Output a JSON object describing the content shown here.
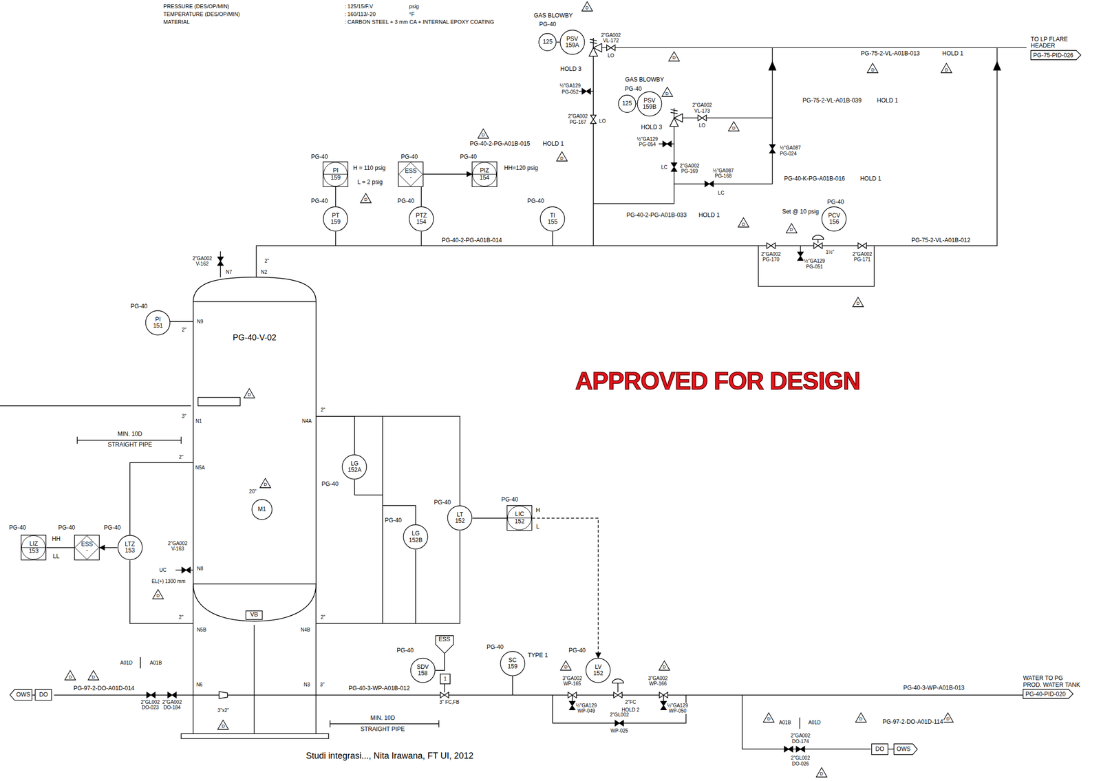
{
  "diagram": {
    "caption": "Studi integrasi..., Nita Irawana, FT UI, 2012",
    "nodes": [
      {
        "text": [
          "125"
        ]
      },
      {
        "text": [
          "PSV",
          "159A"
        ]
      },
      {
        "text": [
          "TO LP FLARE HEADER",
          "PG-75-PID-026"
        ]
      },
      {
        "text": [
          "125"
        ]
      },
      {
        "text": [
          "PSV",
          "159B"
        ]
      },
      {
        "text": [
          "PI",
          "159"
        ]
      },
      {
        "text": [
          "ESS",
          "-"
        ]
      },
      {
        "text": [
          "PIZ",
          "154"
        ]
      },
      {
        "text": [
          "PT",
          "159"
        ]
      },
      {
        "text": [
          "PTZ",
          "154"
        ]
      },
      {
        "text": [
          "TI",
          "155"
        ]
      },
      {
        "text": [
          "PCV",
          "156"
        ]
      },
      {
        "text": [
          "PI",
          "151"
        ]
      },
      {
        "text": [
          "PG-40-V-02"
        ]
      },
      {
        "text": [
          "M1"
        ],
        "in": 13
      },
      {
        "text": [
          "VB"
        ],
        "in": 13
      },
      {
        "text": [
          "LG",
          "152A"
        ]
      },
      {
        "text": [
          "LG",
          "152B"
        ]
      },
      {
        "text": [
          "LT",
          "152"
        ]
      },
      {
        "text": [
          "LIC",
          "152"
        ]
      },
      {
        "text": [
          "LTZ",
          "153"
        ]
      },
      {
        "text": [
          "ESS",
          "-"
        ]
      },
      {
        "text": [
          "LIZ",
          "153"
        ]
      },
      {
        "text": [
          "OWS"
        ]
      },
      {
        "text": [
          "DO"
        ]
      },
      {
        "text": [
          "ESS"
        ]
      },
      {
        "text": [
          "SDV",
          "158"
        ]
      },
      {
        "text": [
          "SC",
          "159"
        ]
      },
      {
        "text": [
          "LV",
          "152"
        ]
      },
      {
        "text": [
          "WATER TO PG PROD. WATER TANK",
          "PG-40-PID-020"
        ]
      },
      {
        "text": [
          "DO"
        ]
      },
      {
        "text": [
          "OWS"
        ]
      },
      {
        "text": [
          "D"
        ]
      },
      {
        "text": [
          "D"
        ]
      },
      {
        "text": [
          "D"
        ]
      },
      {
        "text": [
          "D"
        ]
      },
      {
        "text": [
          "D"
        ]
      },
      {
        "text": [
          "D"
        ]
      },
      {
        "text": [
          "D"
        ]
      },
      {
        "text": [
          "D"
        ]
      },
      {
        "text": [
          "D"
        ]
      },
      {
        "text": [
          "D"
        ]
      },
      {
        "text": [
          "D"
        ]
      },
      {
        "text": [
          "D"
        ]
      },
      {
        "text": [
          "D"
        ]
      },
      {
        "text": [
          "D"
        ]
      },
      {
        "text": [
          "D"
        ]
      },
      {
        "text": [
          "D"
        ]
      },
      {
        "text": [
          "D"
        ]
      },
      {
        "text": [
          "D"
        ]
      },
      {
        "text": [
          "D"
        ]
      },
      {
        "text": [
          "D"
        ]
      },
      {
        "text": [
          "D"
        ]
      },
      {
        "text": [
          "D"
        ]
      },
      {
        "text": [
          "D"
        ]
      },
      {
        "text": [
          "D"
        ]
      }
    ],
    "edges": [
      {
        "from": 0,
        "to": 1,
        "arrow": "none"
      },
      {
        "from": 3,
        "to": 4,
        "arrow": "none"
      },
      {
        "from": 8,
        "to": 5,
        "arrow": "none"
      },
      {
        "from": 9,
        "to": 6,
        "arrow": "none"
      },
      {
        "from": 6,
        "to": 7,
        "arrow": "to"
      },
      {
        "from": 20,
        "to": 21,
        "arrow": "to"
      },
      {
        "from": 21,
        "to": 22,
        "arrow": "none"
      },
      {
        "from": 18,
        "to": 19,
        "arrow": "none"
      },
      {
        "from": 19,
        "to": 28,
        "arrow": "to"
      },
      {
        "from": 25,
        "to": 26,
        "arrow": "none"
      },
      {
        "from": 23,
        "to": 24,
        "arrow": "none"
      },
      {
        "from": 30,
        "to": 31,
        "arrow": "none"
      },
      {
        "from": 13,
        "to": 16,
        "arrow": "none"
      },
      {
        "from": 13,
        "to": 17,
        "arrow": "none"
      },
      {
        "from": 13,
        "to": 18,
        "arrow": "none"
      },
      {
        "from": 13,
        "to": 20,
        "arrow": "none"
      }
    ],
    "labels": [
      "PRESSURE (DES/OP/MIN)",
      "TEMPERATURE (DES/OP/MIN)",
      "MATERIAL",
      ": 125/15/F.V",
      "psig",
      ": 160/113/-20",
      "°F",
      ": CARBON STEEL + 3 mm CA + INTERNAL EPOXY COATING",
      "GAS BLOWBY",
      "PG-40",
      "2\"GA002",
      "VL-172",
      "LO",
      "HOLD 3",
      "½\"GA129",
      "PG-052",
      "2\"GA002",
      "PG-167",
      "LO",
      "PG-75-2-VL-A01B-013",
      "HOLD 1",
      "GAS BLOWBY",
      "PG-40",
      "2\"GA002",
      "VL-173",
      "LO",
      "PG-75-2-VL-A01B-039",
      "HOLD 1",
      "HOLD 3",
      "½\"GA129",
      "PG-054",
      "PG-40-2-PG-A01B-015",
      "HOLD 1",
      "½\"GA087",
      "PG-024",
      "2\"GA002",
      "PG-169",
      "LC",
      "½\"GA087",
      "PG-168",
      "PG-40-K-PG-A01B-016",
      "HOLD 1",
      "LC",
      "PG-40",
      "Set @ 10 psig",
      "PG-40-2-PG-A01B-033",
      "HOLD 1",
      "PG-40-2-PG-A01B-014",
      "PG-75-2-VL-A01B-012",
      "2\"GA002",
      "PG-170",
      "½\"GA129",
      "PG-051",
      "2\"GA002",
      "PG-171",
      "1½\"",
      "PG-40",
      "H = 110 psig",
      "L = 2 psig",
      "PG-40",
      "PG-40",
      "HH=120 psig",
      "PG-40",
      "PG-40",
      "PG-40",
      "2\"GA002",
      "V-162",
      "N7",
      "2\"",
      "N2",
      "PG-40",
      "2\"",
      "N9",
      "3\"",
      "N1",
      "MIN. 10D",
      "STRAIGHT PIPE",
      "2\"",
      "N4A",
      "2\"",
      "N5A",
      "20\"",
      "PG-40",
      "PG-40",
      "PG-40",
      "H",
      "L",
      "PG-40",
      "PG-40",
      "PG-40",
      "PG-40",
      "HH",
      "LL",
      "2\"GA002",
      "V-163",
      "UC",
      "N8",
      "EL(+) 1300 mm",
      "2\"",
      "N5B",
      "2\"",
      "N4B",
      "A01D",
      "A01B",
      "PG-97-2-DO-A01D-014",
      "2\"GL002",
      "DO-023",
      "2\"GA002",
      "DO-184",
      "N6",
      "3\"x2\"",
      "N3",
      "3\"",
      "PG-40-3-WP-A01B-012",
      "MIN. 10D",
      "STRAIGHT PIPE",
      "PG-40",
      "1",
      "3\" FC,FB",
      "PG-40",
      "TYPE 1",
      "PG-40",
      "3\"GA002",
      "WP-165",
      "½\"GA129",
      "WP-049",
      "2\"FC",
      "HOLD 2",
      "3\"GA002",
      "WP-166",
      "½\"GA129",
      "WP-050",
      "2\"GL002",
      "WP-025",
      "PG-40-3-WP-A01B-013",
      "A01B",
      "A01D",
      "PG-97-2-DO-A01D-114",
      "2\"GA002",
      "DO-174",
      "2\"GL002",
      "DO-026",
      "APPROVED FOR DESIGN"
    ]
  }
}
